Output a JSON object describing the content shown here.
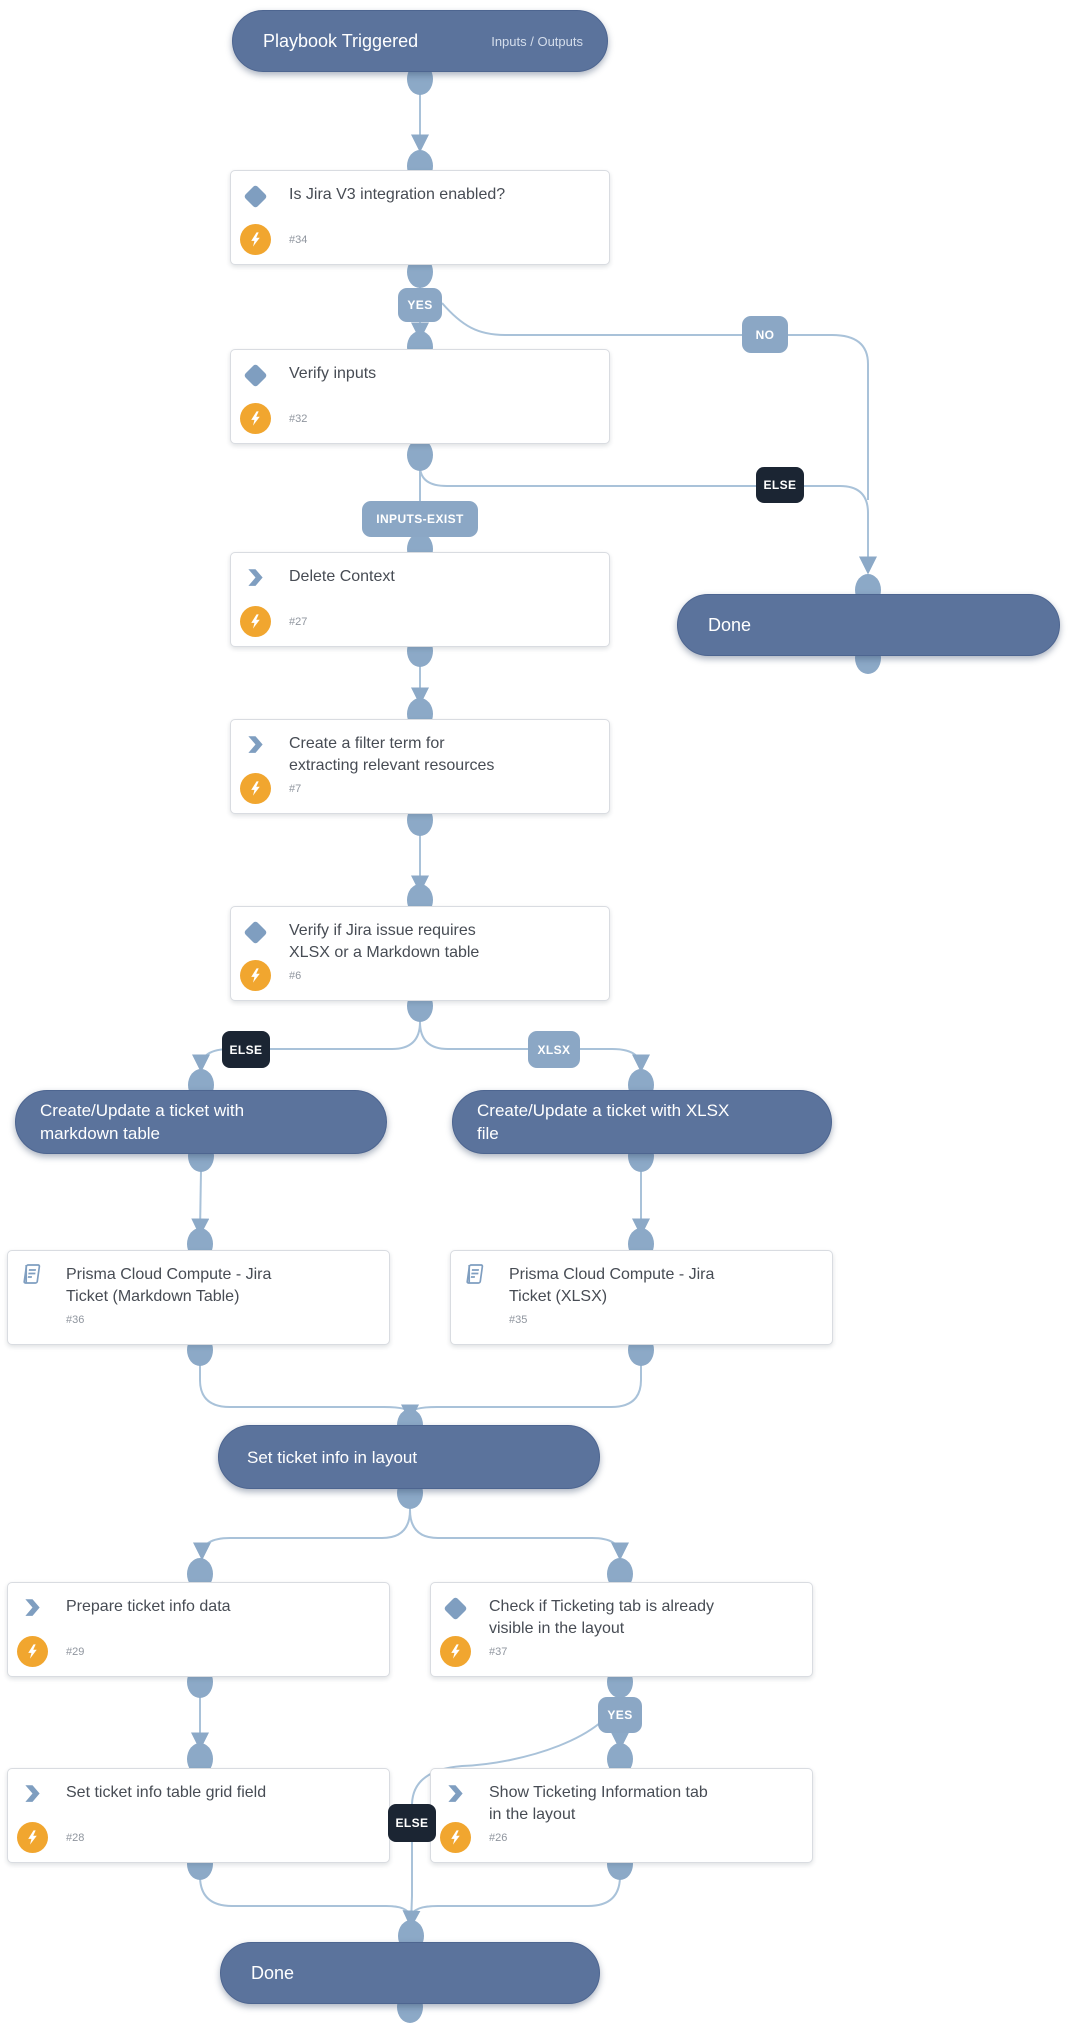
{
  "trigger": {
    "title": "Playbook Triggered",
    "io": "Inputs / Outputs"
  },
  "labels": {
    "yes_jira": "YES",
    "no_jira": "NO",
    "inputs_exist": "INPUTS-EXIST",
    "else_inputs": "ELSE",
    "else_table": "ELSE",
    "xlsx_branch": "XLSX",
    "yes_tab": "YES",
    "else_tab": "ELSE"
  },
  "sections": {
    "done_right": "Done",
    "markdown": "Create/Update a ticket with markdown table",
    "xlsx": "Create/Update a ticket with XLSX file",
    "set_ticket": "Set ticket info in layout",
    "done_bottom": "Done"
  },
  "tasks": {
    "t34": {
      "title": "Is Jira V3 integration enabled?",
      "num": "#34"
    },
    "t32": {
      "title": "Verify inputs",
      "num": "#32"
    },
    "t27": {
      "title": "Delete Context",
      "num": "#27"
    },
    "t7": {
      "title": "Create a filter term for extracting relevant resources",
      "num": "#7"
    },
    "t6": {
      "title": "Verify if Jira issue requires XLSX or a Markdown table",
      "num": "#6"
    },
    "t36": {
      "title": "Prisma Cloud Compute - Jira Ticket (Markdown Table)",
      "num": "#36"
    },
    "t35": {
      "title": "Prisma Cloud Compute - Jira Ticket (XLSX)",
      "num": "#35"
    },
    "t29": {
      "title": "Prepare ticket info data",
      "num": "#29"
    },
    "t37": {
      "title": "Check if Ticketing tab is already visible in the layout",
      "num": "#37"
    },
    "t28": {
      "title": "Set ticket info table grid field",
      "num": "#28"
    },
    "t26": {
      "title": "Show Ticketing Information tab in the layout",
      "num": "#26"
    }
  },
  "colors": {
    "pill": "#5b739c",
    "node": "#8CA9C7",
    "line": "#A9C2D9",
    "label": "#8BA7C5",
    "label-dark": "#1B2533",
    "bolt": "#F1A62F",
    "icon": "#7F9EC0"
  }
}
